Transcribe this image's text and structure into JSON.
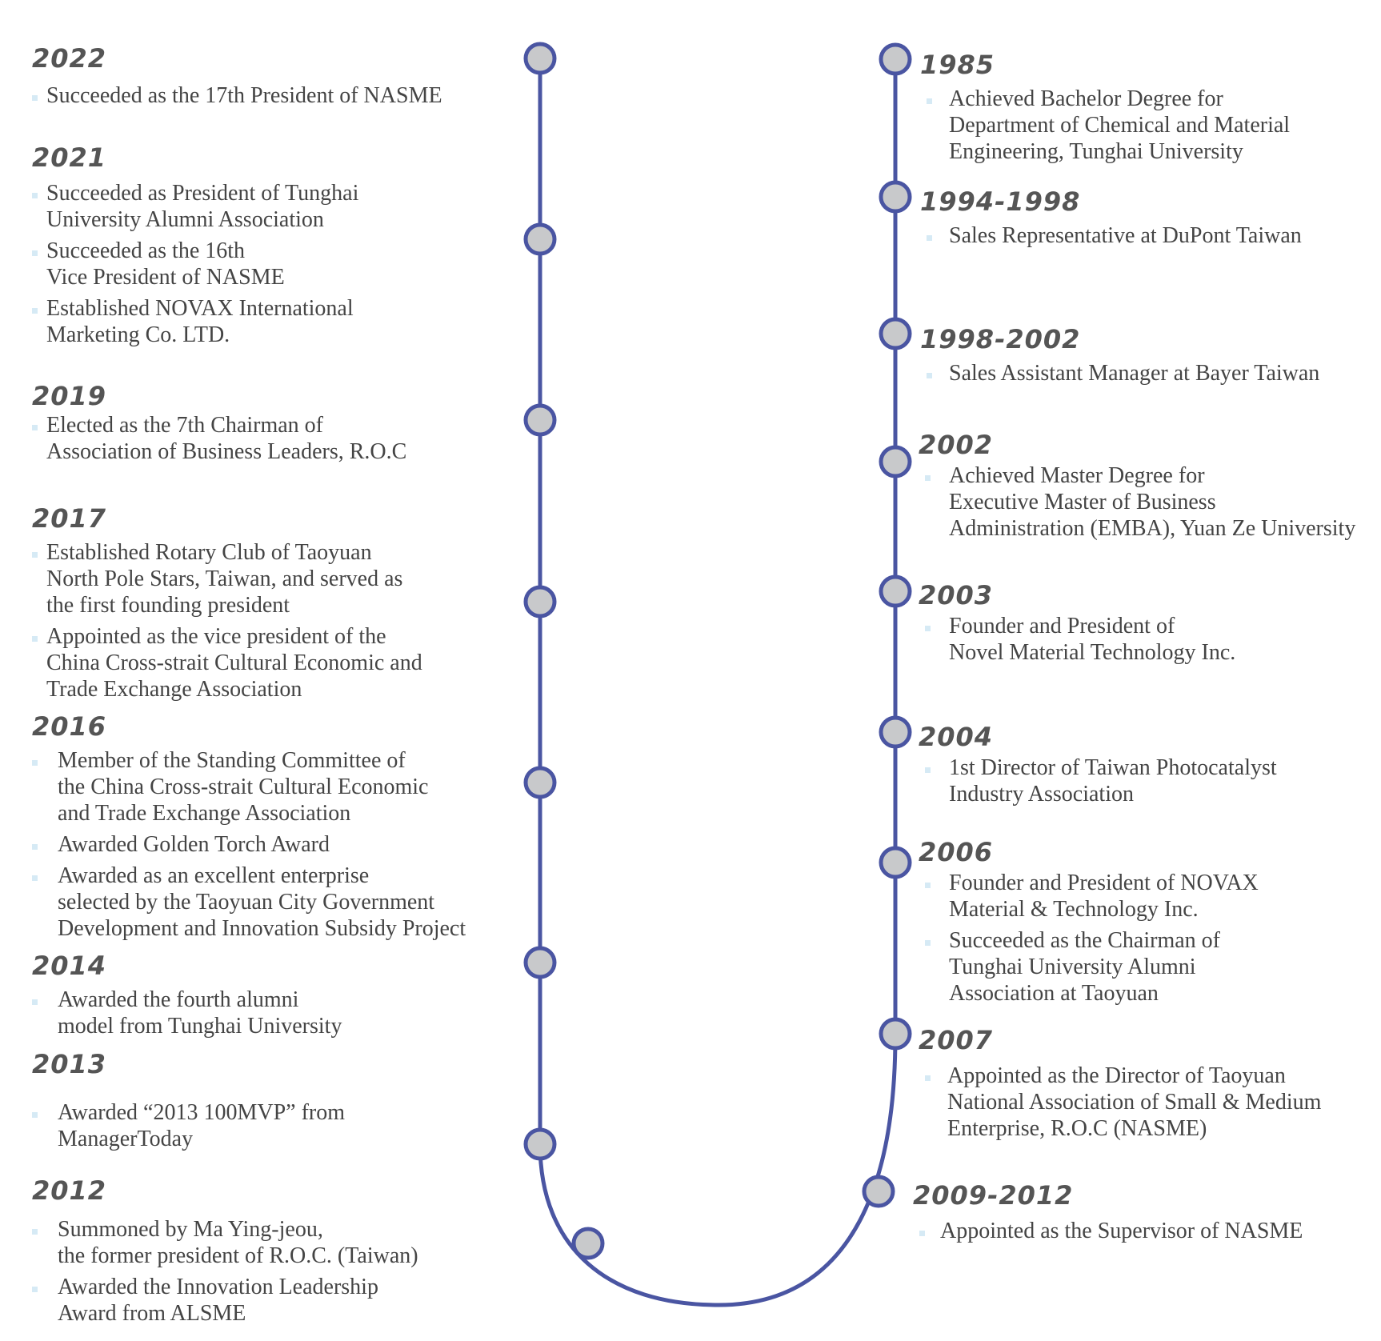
{
  "colors": {
    "line": "#4a55a2",
    "dot_fill": "#c8c9cb",
    "year": "#555555",
    "text": "#444444",
    "bullet": "#d6eaf5"
  },
  "left": [
    {
      "year": "2022",
      "items": [
        "Succeeded as the 17th President of NASME"
      ]
    },
    {
      "year": "2021",
      "items": [
        "Succeeded as President of Tunghai\nUniversity Alumni Association",
        "Succeeded as the 16th\nVice President of NASME",
        "Established NOVAX International\nMarketing Co. LTD."
      ]
    },
    {
      "year": "2019",
      "items": [
        "Elected as the 7th Chairman of\nAssociation of Business Leaders, R.O.C"
      ]
    },
    {
      "year": "2017",
      "items": [
        "Established Rotary Club of Taoyuan\nNorth Pole Stars, Taiwan, and served as\nthe first founding president",
        "Appointed as the vice president of the\nChina Cross-strait Cultural Economic and\nTrade Exchange Association"
      ]
    },
    {
      "year": "2016",
      "items": [
        "Member of the Standing Committee of\nthe China Cross-strait Cultural Economic\nand Trade Exchange Association",
        "Awarded Golden Torch Award",
        "Awarded as an excellent enterprise\nselected by the Taoyuan City Government\nDevelopment and Innovation Subsidy Project"
      ]
    },
    {
      "year": "2014",
      "items": [
        "Awarded the fourth alumni\nmodel from Tunghai University"
      ]
    },
    {
      "year": "2013",
      "items": [
        "Awarded “2013 100MVP” from\nManagerToday"
      ]
    },
    {
      "year": "2012",
      "items": [
        "Summoned by Ma Ying-jeou,\nthe former president of R.O.C. (Taiwan)",
        "Awarded the Innovation Leadership\nAward from ALSME"
      ]
    }
  ],
  "right": [
    {
      "year": "1985",
      "items": [
        "Achieved Bachelor Degree for\nDepartment of Chemical and Material\nEngineering, Tunghai University"
      ]
    },
    {
      "year": "1994-1998",
      "items": [
        "Sales Representative at DuPont Taiwan"
      ]
    },
    {
      "year": "1998-2002",
      "items": [
        "Sales Assistant Manager at Bayer Taiwan"
      ]
    },
    {
      "year": "2002",
      "items": [
        "Achieved Master Degree for\nExecutive Master of Business\nAdministration (EMBA), Yuan Ze University"
      ]
    },
    {
      "year": "2003",
      "items": [
        "Founder and President of\nNovel Material Technology Inc."
      ]
    },
    {
      "year": "2004",
      "items": [
        "1st Director of Taiwan Photocatalyst\nIndustry Association"
      ]
    },
    {
      "year": "2006",
      "items": [
        "Founder and President of NOVAX\nMaterial & Technology Inc.",
        "Succeeded as the Chairman of\nTunghai University Alumni\nAssociation at Taoyuan"
      ]
    },
    {
      "year": "2007",
      "items": [
        "Appointed as the Director of Taoyuan\nNational Association of Small & Medium\nEnterprise, R.O.C (NASME)"
      ]
    },
    {
      "year": "2009-2012",
      "items": [
        "Appointed as the Supervisor of NASME"
      ]
    }
  ]
}
